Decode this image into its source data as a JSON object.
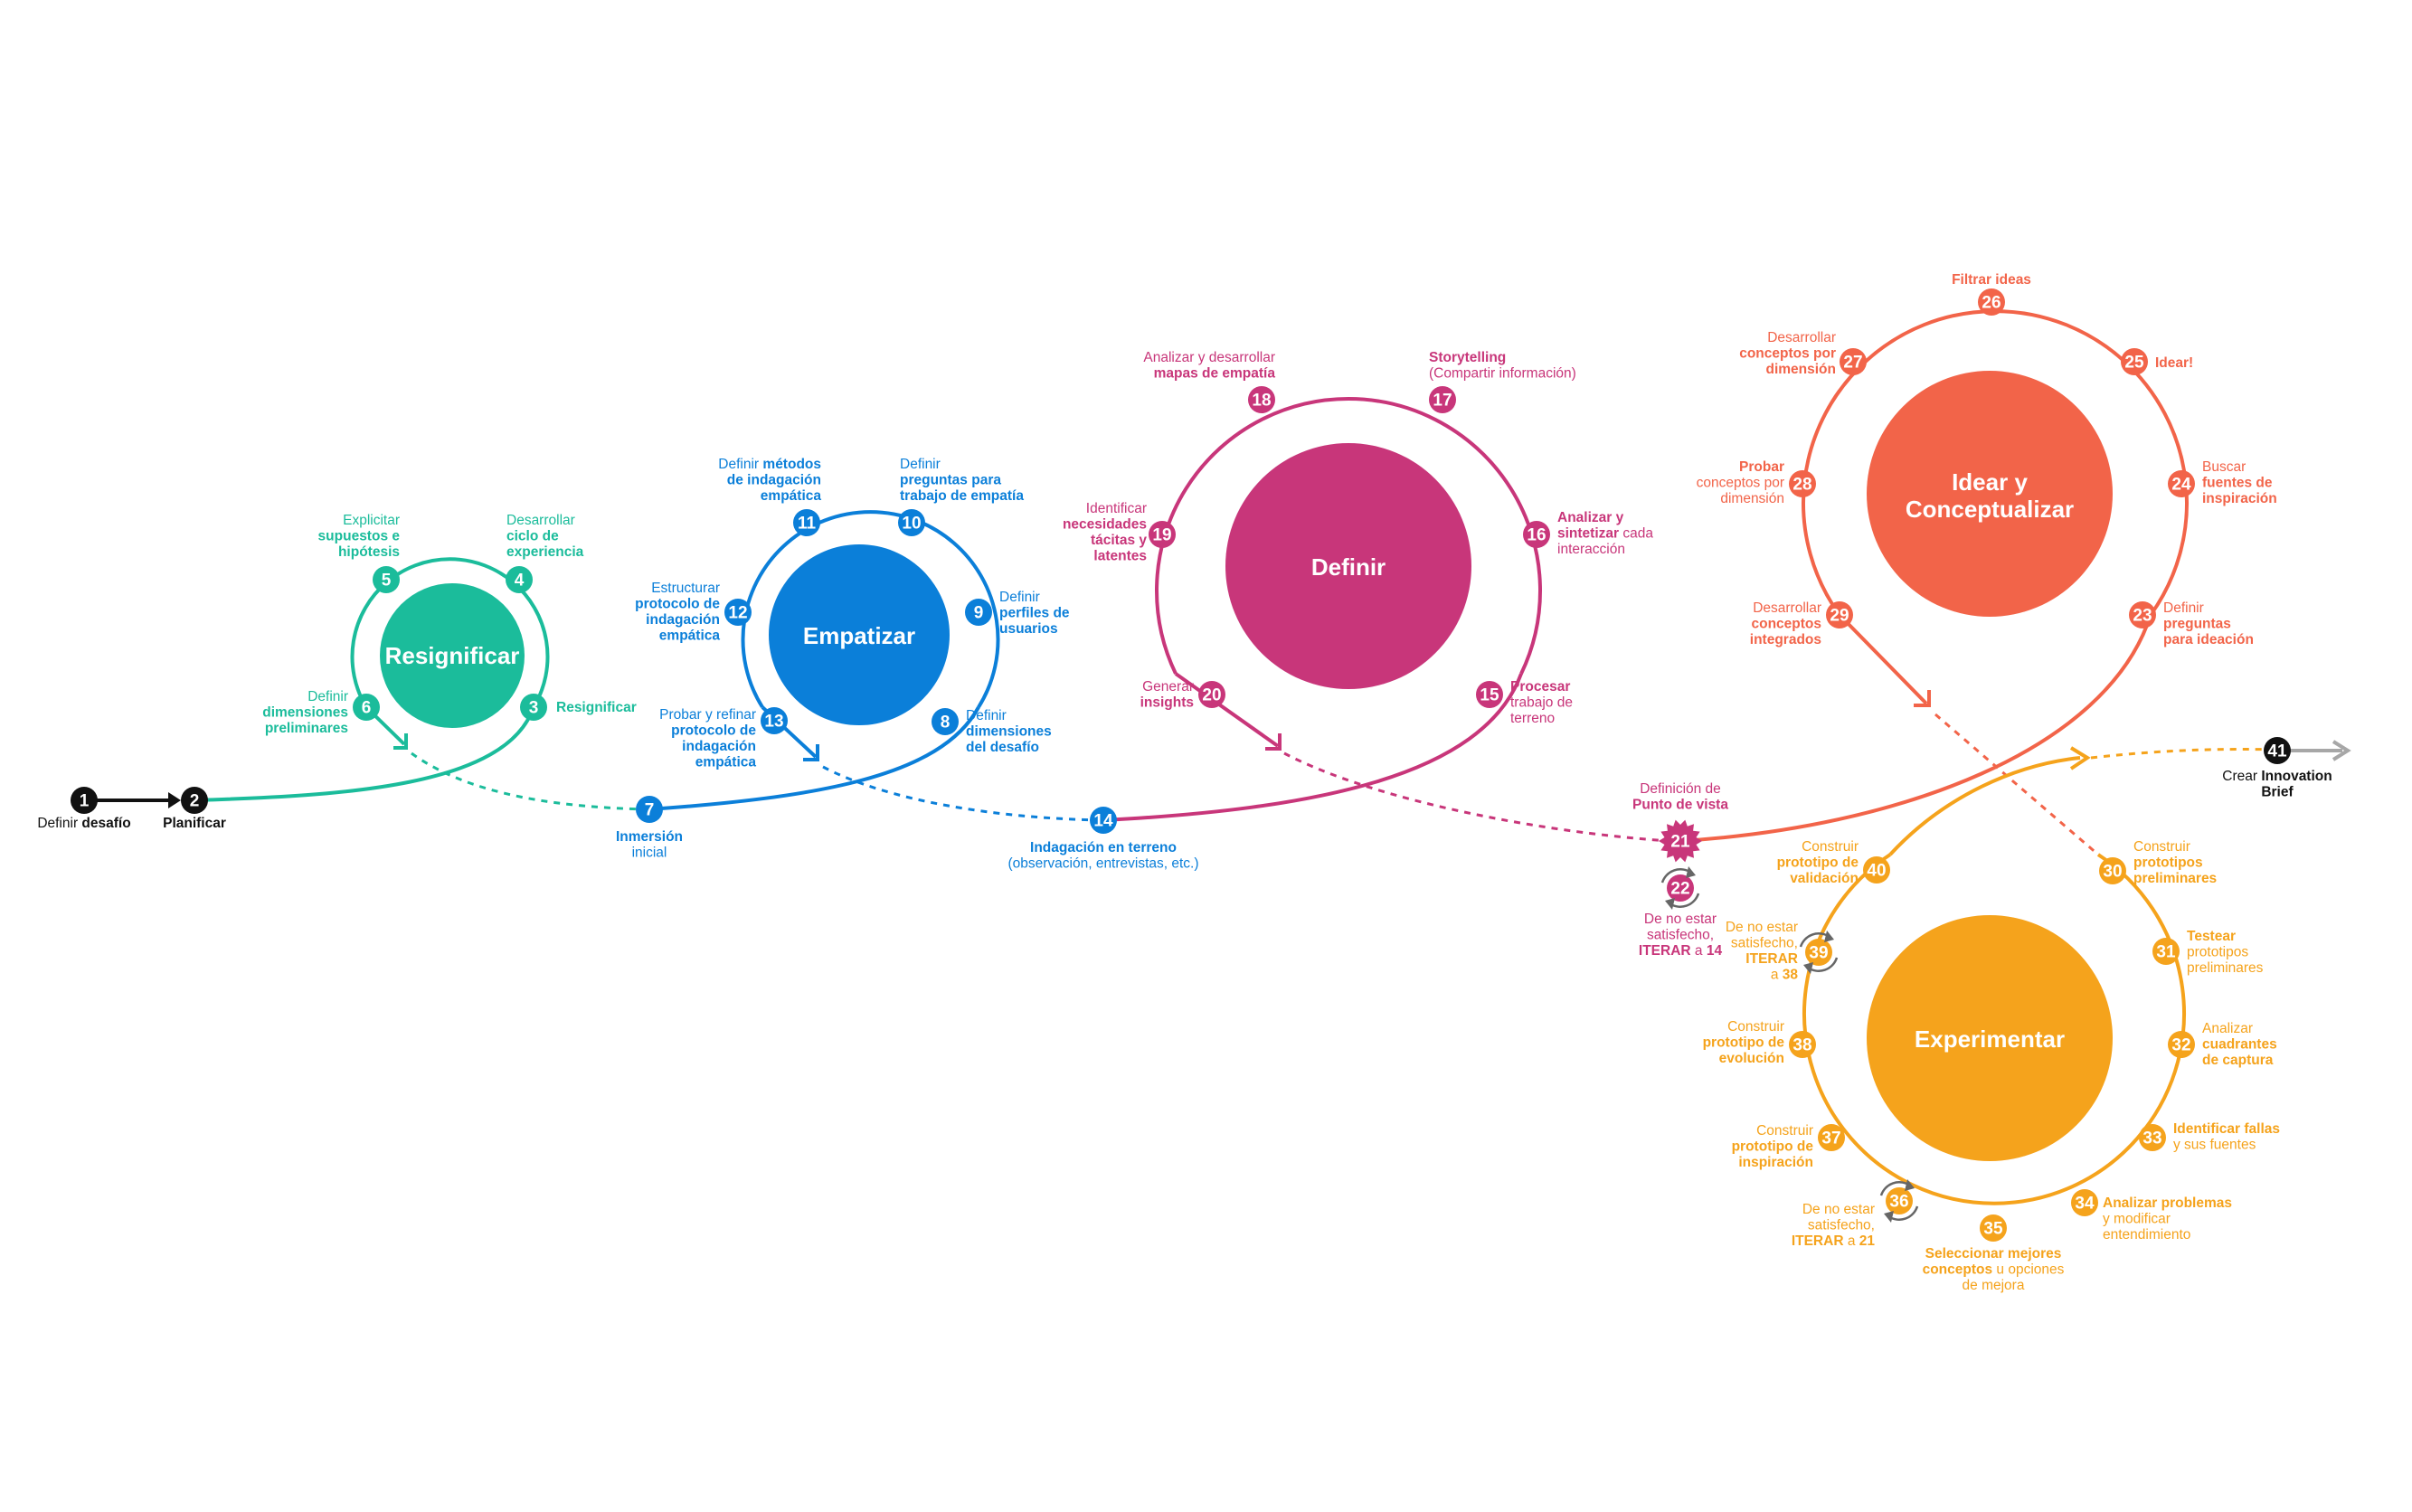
{
  "colors": {
    "black": "#111111",
    "teal": "#1bbc9b",
    "blue": "#0b7fd9",
    "magenta": "#c8367a",
    "coral": "#f26449",
    "orange": "#f5a31c",
    "gray": "#a7a7a7"
  },
  "phases": {
    "resignificar": "Resignificar",
    "empatizar": "Empatizar",
    "definir": "Definir",
    "idear_line1": "Idear y",
    "idear_line2": "Conceptualizar",
    "experimentar": "Experimentar"
  },
  "icons": {
    "iterate": "refresh-cycle-icon",
    "arrow": "arrow-head-icon"
  },
  "steps": [
    {
      "n": "1",
      "lines": [
        [
          [
            "Definir ",
            false
          ],
          [
            "desafío",
            true
          ]
        ]
      ]
    },
    {
      "n": "2",
      "lines": [
        [
          [
            "Planificar",
            true
          ]
        ]
      ]
    },
    {
      "n": "3",
      "lines": [
        [
          [
            "Resignificar",
            true
          ]
        ]
      ]
    },
    {
      "n": "4",
      "lines": [
        [
          [
            "Desarrollar",
            false
          ]
        ],
        [
          [
            "ciclo de",
            true
          ]
        ],
        [
          [
            "experiencia",
            true
          ]
        ]
      ]
    },
    {
      "n": "5",
      "lines": [
        [
          [
            "Explicitar",
            false
          ]
        ],
        [
          [
            "supuestos e",
            true
          ]
        ],
        [
          [
            "hipótesis",
            true
          ]
        ]
      ]
    },
    {
      "n": "6",
      "lines": [
        [
          [
            "Definir",
            false
          ]
        ],
        [
          [
            "dimensiones",
            true
          ]
        ],
        [
          [
            "preliminares",
            true
          ]
        ]
      ]
    },
    {
      "n": "7",
      "lines": [
        [
          [
            "Inmersión",
            true
          ]
        ],
        [
          [
            "inicial",
            false
          ]
        ]
      ]
    },
    {
      "n": "8",
      "lines": [
        [
          [
            "Definir",
            false
          ]
        ],
        [
          [
            "dimensiones",
            true
          ]
        ],
        [
          [
            "del desafío",
            true
          ]
        ]
      ]
    },
    {
      "n": "9",
      "lines": [
        [
          [
            "Definir",
            false
          ]
        ],
        [
          [
            "perfiles de",
            true
          ]
        ],
        [
          [
            "usuarios",
            true
          ]
        ]
      ]
    },
    {
      "n": "10",
      "lines": [
        [
          [
            "Definir",
            false
          ]
        ],
        [
          [
            "preguntas para",
            true
          ]
        ],
        [
          [
            "trabajo de empatía",
            true
          ]
        ]
      ]
    },
    {
      "n": "11",
      "lines": [
        [
          [
            "Definir ",
            false
          ],
          [
            "métodos",
            true
          ]
        ],
        [
          [
            "de indagación",
            true
          ]
        ],
        [
          [
            "empática",
            true
          ]
        ]
      ]
    },
    {
      "n": "12",
      "lines": [
        [
          [
            "Estructurar",
            false
          ]
        ],
        [
          [
            "protocolo de",
            true
          ]
        ],
        [
          [
            "indagación",
            true
          ]
        ],
        [
          [
            "empática",
            true
          ]
        ]
      ]
    },
    {
      "n": "13",
      "lines": [
        [
          [
            "Probar y refinar",
            false
          ]
        ],
        [
          [
            "protocolo de",
            true
          ]
        ],
        [
          [
            "indagación",
            true
          ]
        ],
        [
          [
            "empática",
            true
          ]
        ]
      ]
    },
    {
      "n": "14",
      "lines": [
        [
          [
            "Indagación en terreno",
            true
          ]
        ],
        [
          [
            "(observación, entrevistas, etc.)",
            false
          ]
        ]
      ]
    },
    {
      "n": "15",
      "lines": [
        [
          [
            "Procesar",
            true
          ]
        ],
        [
          [
            "trabajo de",
            false
          ]
        ],
        [
          [
            "terreno",
            false
          ]
        ]
      ]
    },
    {
      "n": "16",
      "lines": [
        [
          [
            "Analizar y",
            true
          ]
        ],
        [
          [
            "sintetizar ",
            true
          ],
          [
            "cada",
            false
          ]
        ],
        [
          [
            "interacción",
            false
          ]
        ]
      ]
    },
    {
      "n": "17",
      "lines": [
        [
          [
            "Storytelling",
            true
          ]
        ],
        [
          [
            "(Compartir información)",
            false
          ]
        ]
      ]
    },
    {
      "n": "18",
      "lines": [
        [
          [
            "Analizar y desarrollar",
            false
          ]
        ],
        [
          [
            "mapas de empatía",
            true
          ]
        ]
      ]
    },
    {
      "n": "19",
      "lines": [
        [
          [
            "Identificar",
            false
          ]
        ],
        [
          [
            "necesidades",
            true
          ]
        ],
        [
          [
            "tácitas y",
            true
          ]
        ],
        [
          [
            "latentes",
            true
          ]
        ]
      ]
    },
    {
      "n": "20",
      "lines": [
        [
          [
            "Generar",
            false
          ]
        ],
        [
          [
            "insights",
            true
          ]
        ]
      ]
    },
    {
      "n": "21",
      "lines": [
        [
          [
            "Definición de",
            false
          ]
        ],
        [
          [
            "Punto de vista",
            true
          ]
        ]
      ]
    },
    {
      "n": "22",
      "lines": [
        [
          [
            "De no estar",
            false
          ]
        ],
        [
          [
            "satisfecho,",
            false
          ]
        ],
        [
          [
            "ITERAR",
            true
          ],
          [
            " a ",
            false
          ],
          [
            "14",
            true
          ]
        ]
      ]
    },
    {
      "n": "23",
      "lines": [
        [
          [
            "Definir",
            false
          ]
        ],
        [
          [
            "preguntas",
            true
          ]
        ],
        [
          [
            "para ideación",
            true
          ]
        ]
      ]
    },
    {
      "n": "24",
      "lines": [
        [
          [
            "Buscar",
            false
          ]
        ],
        [
          [
            "fuentes de",
            true
          ]
        ],
        [
          [
            "inspiración",
            true
          ]
        ]
      ]
    },
    {
      "n": "25",
      "lines": [
        [
          [
            "Idear!",
            true
          ]
        ]
      ]
    },
    {
      "n": "26",
      "lines": [
        [
          [
            "Filtrar ideas",
            true
          ]
        ]
      ]
    },
    {
      "n": "27",
      "lines": [
        [
          [
            "Desarrollar",
            false
          ]
        ],
        [
          [
            "conceptos por",
            true
          ]
        ],
        [
          [
            "dimensión",
            true
          ]
        ]
      ]
    },
    {
      "n": "28",
      "lines": [
        [
          [
            "Probar",
            true
          ]
        ],
        [
          [
            "conceptos por",
            false
          ]
        ],
        [
          [
            "dimensión",
            false
          ]
        ]
      ]
    },
    {
      "n": "29",
      "lines": [
        [
          [
            "Desarrollar",
            false
          ]
        ],
        [
          [
            "conceptos",
            true
          ]
        ],
        [
          [
            "integrados",
            true
          ]
        ]
      ]
    },
    {
      "n": "30",
      "lines": [
        [
          [
            "Construir",
            false
          ]
        ],
        [
          [
            "prototipos",
            true
          ]
        ],
        [
          [
            "preliminares",
            true
          ]
        ]
      ]
    },
    {
      "n": "31",
      "lines": [
        [
          [
            "Testear",
            true
          ]
        ],
        [
          [
            "prototipos",
            false
          ]
        ],
        [
          [
            "preliminares",
            false
          ]
        ]
      ]
    },
    {
      "n": "32",
      "lines": [
        [
          [
            "Analizar",
            false
          ]
        ],
        [
          [
            "cuadrantes",
            true
          ]
        ],
        [
          [
            "de captura",
            true
          ]
        ]
      ]
    },
    {
      "n": "33",
      "lines": [
        [
          [
            "Identificar fallas",
            true
          ]
        ],
        [
          [
            "y sus fuentes",
            false
          ]
        ]
      ]
    },
    {
      "n": "34",
      "lines": [
        [
          [
            "Analizar problemas",
            true
          ]
        ],
        [
          [
            "y modificar",
            false
          ]
        ],
        [
          [
            "entendimiento",
            false
          ]
        ]
      ]
    },
    {
      "n": "35",
      "lines": [
        [
          [
            "Seleccionar mejores",
            true
          ]
        ],
        [
          [
            "conceptos",
            true
          ],
          [
            " u opciones",
            false
          ]
        ],
        [
          [
            "de mejora",
            false
          ]
        ]
      ]
    },
    {
      "n": "36",
      "lines": [
        [
          [
            "De no estar",
            false
          ]
        ],
        [
          [
            "satisfecho,",
            false
          ]
        ],
        [
          [
            "ITERAR",
            true
          ],
          [
            " a ",
            false
          ],
          [
            "21",
            true
          ]
        ]
      ]
    },
    {
      "n": "37",
      "lines": [
        [
          [
            "Construir",
            false
          ]
        ],
        [
          [
            "prototipo de",
            true
          ]
        ],
        [
          [
            "inspiración",
            true
          ]
        ]
      ]
    },
    {
      "n": "38",
      "lines": [
        [
          [
            "Construir",
            false
          ]
        ],
        [
          [
            "prototipo de",
            true
          ]
        ],
        [
          [
            "evolución",
            true
          ]
        ]
      ]
    },
    {
      "n": "39",
      "lines": [
        [
          [
            "De no estar",
            false
          ]
        ],
        [
          [
            "satisfecho,",
            false
          ]
        ],
        [
          [
            "ITERAR",
            true
          ]
        ],
        [
          [
            "a ",
            false
          ],
          [
            "38",
            true
          ]
        ]
      ]
    },
    {
      "n": "40",
      "lines": [
        [
          [
            "Construir",
            false
          ]
        ],
        [
          [
            "prototipo de",
            true
          ]
        ],
        [
          [
            "validación",
            true
          ]
        ]
      ]
    },
    {
      "n": "41",
      "lines": [
        [
          [
            "Crear ",
            false
          ],
          [
            "Innovation",
            true
          ]
        ],
        [
          [
            "Brief",
            true
          ]
        ]
      ]
    }
  ]
}
